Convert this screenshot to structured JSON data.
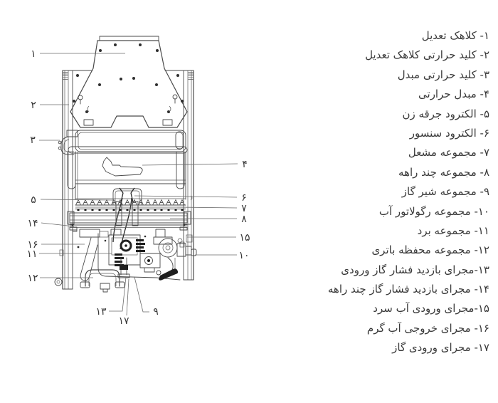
{
  "colors": {
    "background": "#ffffff",
    "line": "#4a4a4a",
    "dark_fill": "#1e1e1e",
    "text": "#3a3a3a"
  },
  "legend": {
    "items": [
      "۱- کلاهک تعدیل",
      "۲- کلید حرارتی کلاهک تعدیل",
      "۳- کلید حرارتی مبدل",
      "۴- مبدل حرارتی",
      "۵- الکترود جرقه زن",
      "۶- الکترود سنسور",
      "۷- مجموعه مشعل",
      "۸- مجموعه چند راهه",
      "۹- مجموعه شیر گاز",
      "۱۰- مجموعه رگولاتور آب",
      "۱۱- مجموعه برد",
      "۱۲- مجموعه محفظه باتری",
      "۱۳-مجرای بازدید فشار گاز ورودی",
      "۱۴- مجرای بازدید فشار گاز چند راهه",
      "۱۵-مجرای ورودی آب سرد",
      "۱۶- مجرای خروجی آب گرم",
      "۱۷- مجرای ورودی گاز"
    ]
  },
  "diagram": {
    "callouts": [
      "۱",
      "۲",
      "۳",
      "۴",
      "۵",
      "۶",
      "۷",
      "۸",
      "۹",
      "۱۰",
      "۱۱",
      "۱۲",
      "۱۳",
      "۱۴",
      "۱۵",
      "۱۶",
      "۱۷"
    ]
  }
}
